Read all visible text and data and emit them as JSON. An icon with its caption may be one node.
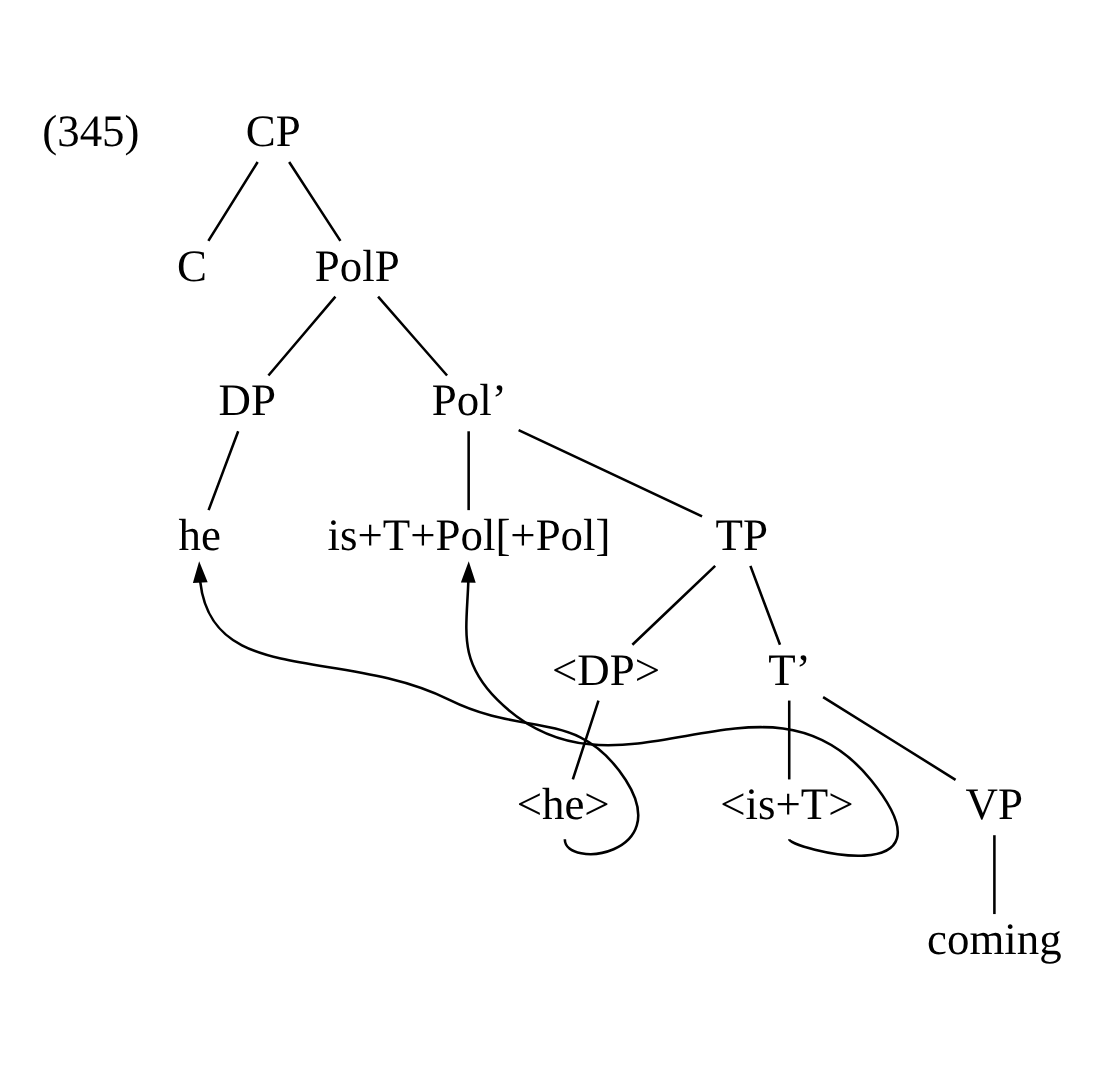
{
  "diagram": {
    "nodes": [
      {
        "text": [
          "CP"
        ]
      },
      {
        "text": [
          "C"
        ]
      },
      {
        "text": [
          "PolP"
        ]
      },
      {
        "text": [
          "DP"
        ]
      },
      {
        "text": [
          "Pol’"
        ]
      },
      {
        "text": [
          "he"
        ]
      },
      {
        "text": [
          "is+T+Pol[+Pol]"
        ]
      },
      {
        "text": [
          "TP"
        ]
      },
      {
        "text": [
          "<DP>"
        ]
      },
      {
        "text": [
          "T’"
        ]
      },
      {
        "text": [
          "<he>"
        ]
      },
      {
        "text": [
          "<is+T>"
        ]
      },
      {
        "text": [
          "VP"
        ]
      },
      {
        "text": [
          "coming"
        ]
      }
    ],
    "edges": [
      {
        "from": 0,
        "to": 1,
        "arrow": "none"
      },
      {
        "from": 0,
        "to": 2,
        "arrow": "none"
      },
      {
        "from": 2,
        "to": 3,
        "arrow": "none"
      },
      {
        "from": 2,
        "to": 4,
        "arrow": "none"
      },
      {
        "from": 3,
        "to": 5,
        "arrow": "none"
      },
      {
        "from": 4,
        "to": 6,
        "arrow": "none"
      },
      {
        "from": 4,
        "to": 7,
        "arrow": "none"
      },
      {
        "from": 7,
        "to": 8,
        "arrow": "none"
      },
      {
        "from": 7,
        "to": 9,
        "arrow": "none"
      },
      {
        "from": 8,
        "to": 10,
        "arrow": "none"
      },
      {
        "from": 9,
        "to": 11,
        "arrow": "none"
      },
      {
        "from": 9,
        "to": 12,
        "arrow": "none"
      },
      {
        "from": 12,
        "to": 13,
        "arrow": "none"
      },
      {
        "from": 10,
        "to": 5,
        "arrow": "to"
      },
      {
        "from": 11,
        "to": 6,
        "arrow": "to"
      }
    ],
    "labels": [
      "(345)"
    ]
  }
}
